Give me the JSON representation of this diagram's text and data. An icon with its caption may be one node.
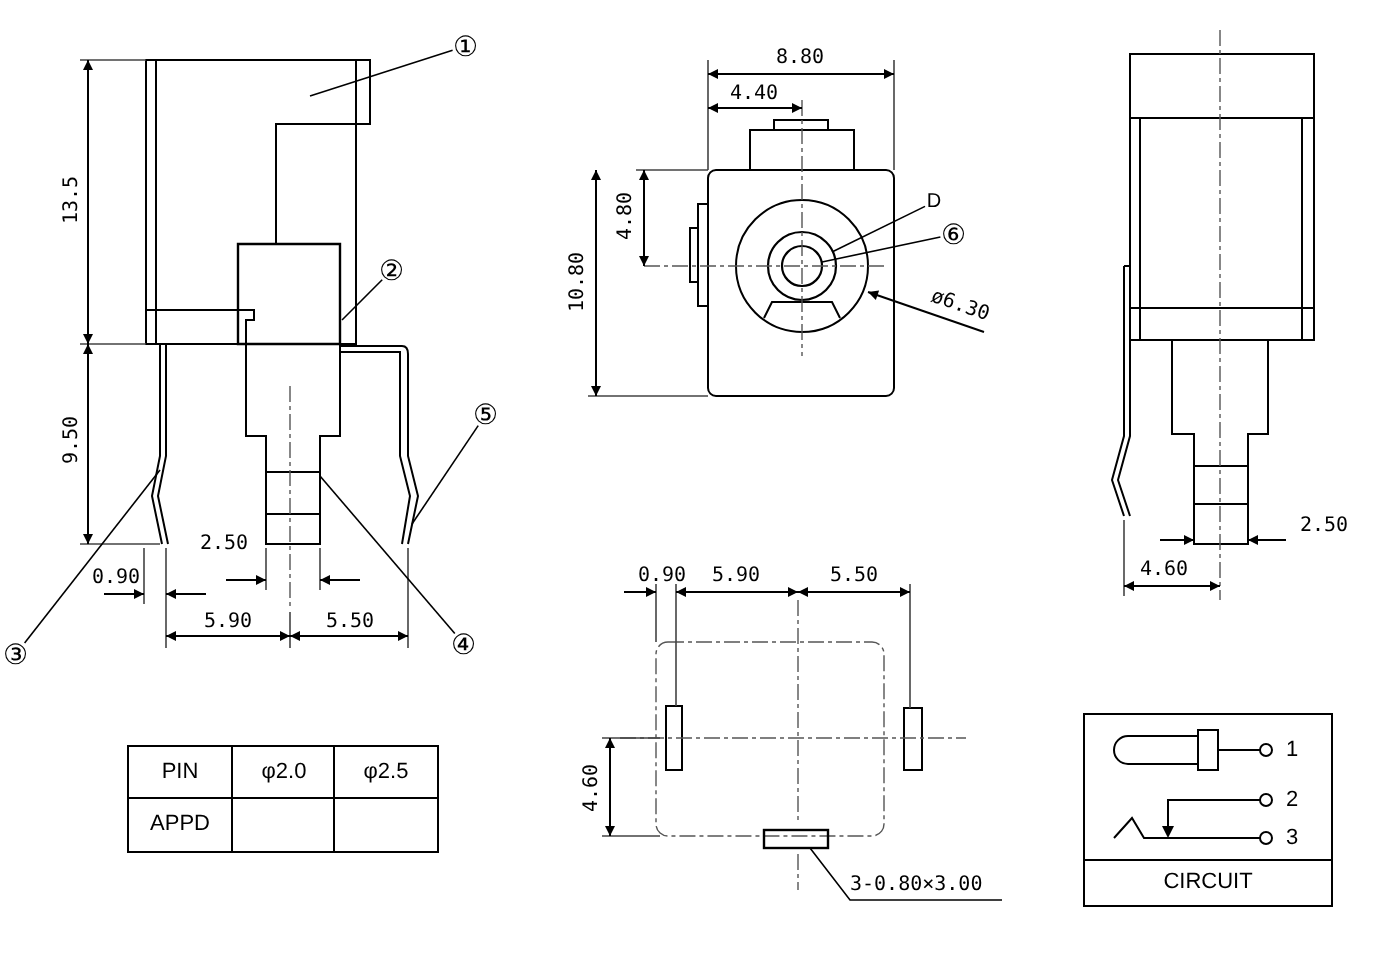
{
  "diagram": {
    "nodes": [
      {
        "text": [
          "①"
        ]
      },
      {
        "text": [
          "②"
        ]
      },
      {
        "text": [
          "③"
        ]
      },
      {
        "text": [
          "④"
        ]
      },
      {
        "text": [
          "⑤"
        ]
      },
      {
        "text": [
          "D"
        ]
      },
      {
        "text": [
          "⑥"
        ]
      },
      {
        "text": [
          "3-0.80×3.00"
        ]
      },
      {
        "text": [],
        "shape": "picture"
      },
      {
        "text": [],
        "shape": "box",
        "in": 8
      },
      {
        "text": [],
        "shape": "picture"
      },
      {
        "text": [],
        "shape": "picture"
      },
      {
        "text": [],
        "shape": "picture"
      },
      {
        "text": [],
        "shape": "circle"
      },
      {
        "text": [],
        "shape": "circle",
        "in": 13
      },
      {
        "text": [],
        "shape": "box"
      }
    ],
    "edges": [
      {
        "from": 0,
        "to": 8,
        "arrow": "none"
      },
      {
        "from": 1,
        "to": 9,
        "arrow": "none"
      },
      {
        "from": 2,
        "to": 10,
        "arrow": "none"
      },
      {
        "from": 3,
        "to": 11,
        "arrow": "none"
      },
      {
        "from": 4,
        "to": 12,
        "arrow": "none"
      },
      {
        "from": 5,
        "to": 13,
        "arrow": "none"
      },
      {
        "from": 6,
        "to": 14,
        "arrow": "none"
      },
      {
        "from": 7,
        "to": 15,
        "arrow": "none"
      }
    ],
    "labels": [
      "13.5",
      "9.50",
      "2.50",
      "0.90",
      "5.90",
      "5.50",
      "8.80",
      "4.40",
      "4.80",
      "10.80",
      "ø6.30",
      "2.50",
      "0.90",
      "5.90",
      "5.50",
      "4.60",
      "4.60",
      "PIN",
      "φ2.0",
      "φ2.5",
      "APPD",
      "1",
      "2",
      "3",
      "CIRCUIT"
    ]
  }
}
